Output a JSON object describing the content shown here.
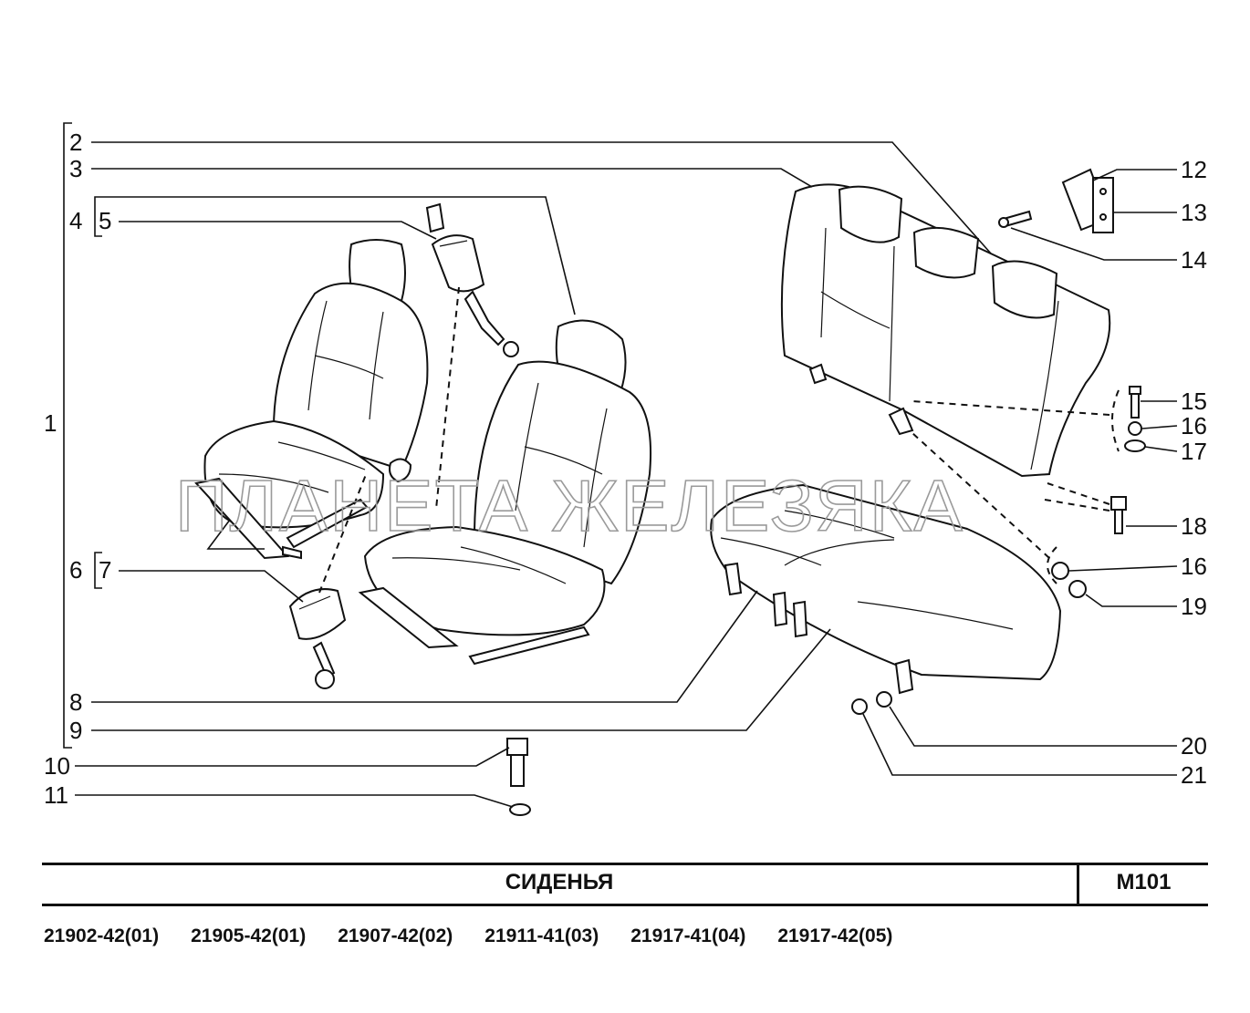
{
  "callouts": [
    "1",
    "2",
    "3",
    "4",
    "5",
    "6",
    "7",
    "8",
    "9",
    "10",
    "11",
    "12",
    "13",
    "14",
    "15",
    "16",
    "16",
    "17",
    "18",
    "19",
    "20",
    "21"
  ],
  "watermark": "ПЛАНЕТА ЖЕЛЕЗЯКА",
  "title": "СИДЕНЬЯ",
  "page_code": "M101",
  "models": [
    "21902-42(01)",
    "21905-42(01)",
    "21907-42(02)",
    "21911-41(03)",
    "21917-41(04)",
    "21917-42(05)"
  ]
}
